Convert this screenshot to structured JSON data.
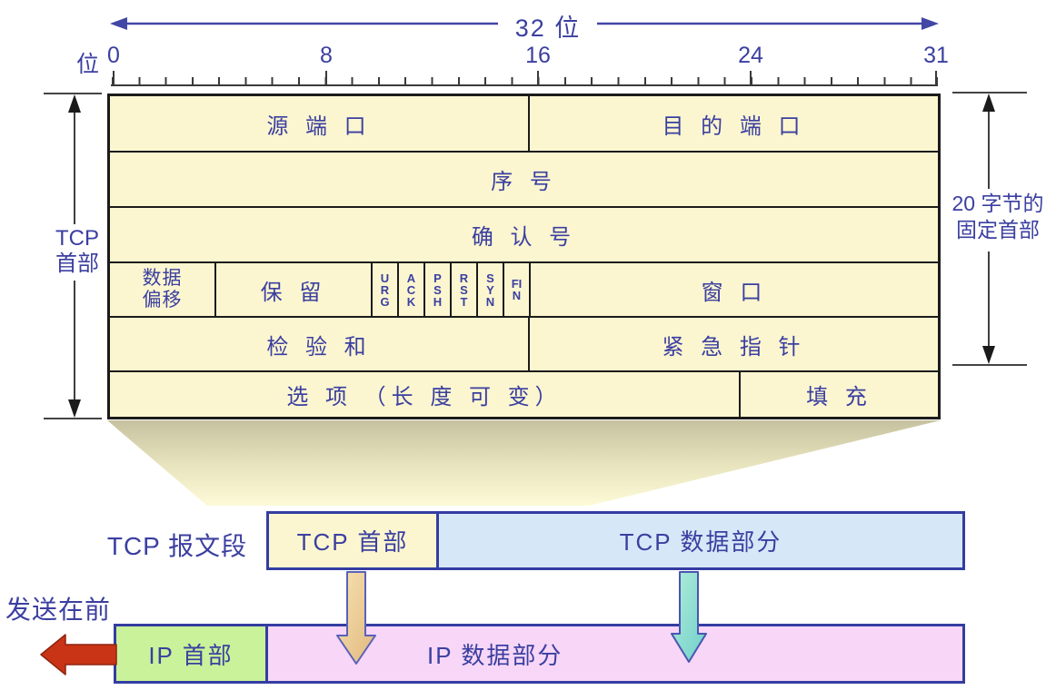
{
  "top_scale": {
    "width_label": "32 位",
    "unit_label": "位",
    "bit_labels": [
      "0",
      "8",
      "16",
      "24",
      "31"
    ]
  },
  "tcp_header_table": {
    "row1": {
      "source_port": "源 端 口",
      "dest_port": "目 的 端 口"
    },
    "row2": {
      "sequence_number": "序 号"
    },
    "row3": {
      "ack_number": "确 认 号"
    },
    "row4": {
      "data_offset_line1": "数据",
      "data_offset_line2": "偏移",
      "reserved": "保 留",
      "flags": [
        "URG",
        "ACK",
        "PSH",
        "RST",
        "SYN",
        "FIN"
      ],
      "window": "窗 口"
    },
    "row5": {
      "checksum": "检 验 和",
      "urgent_pointer": "紧 急 指 针"
    },
    "row6": {
      "options": "选 项 （长 度 可 变）",
      "padding": "填 充"
    }
  },
  "left_bracket": {
    "line1": "TCP",
    "line2": "首部"
  },
  "right_bracket": {
    "line1": "20 字节的",
    "line2": "固定首部"
  },
  "tcp_segment": {
    "label": "TCP 报文段",
    "header_cell": "TCP 首部",
    "data_cell": "TCP 数据部分"
  },
  "ip_packet": {
    "send_direction_label": "发送在前",
    "header_cell": "IP 首部",
    "data_cell": "IP 数据部分"
  },
  "colors": {
    "field_bg": "#fbf6d0",
    "tcp_data_bg": "#d6e8f8",
    "ip_header_bg": "#c9f29a",
    "ip_data_bg": "#f7d6f7",
    "text_blue": "#3b3fa0",
    "bar_border": "#343da2",
    "table_border": "#1b1b1b",
    "scale_arrow": "#4247a5",
    "red_arrow": "#c83415",
    "yellow_arrow": "#f0d49c",
    "teal_arrow": "#93e0cd"
  }
}
